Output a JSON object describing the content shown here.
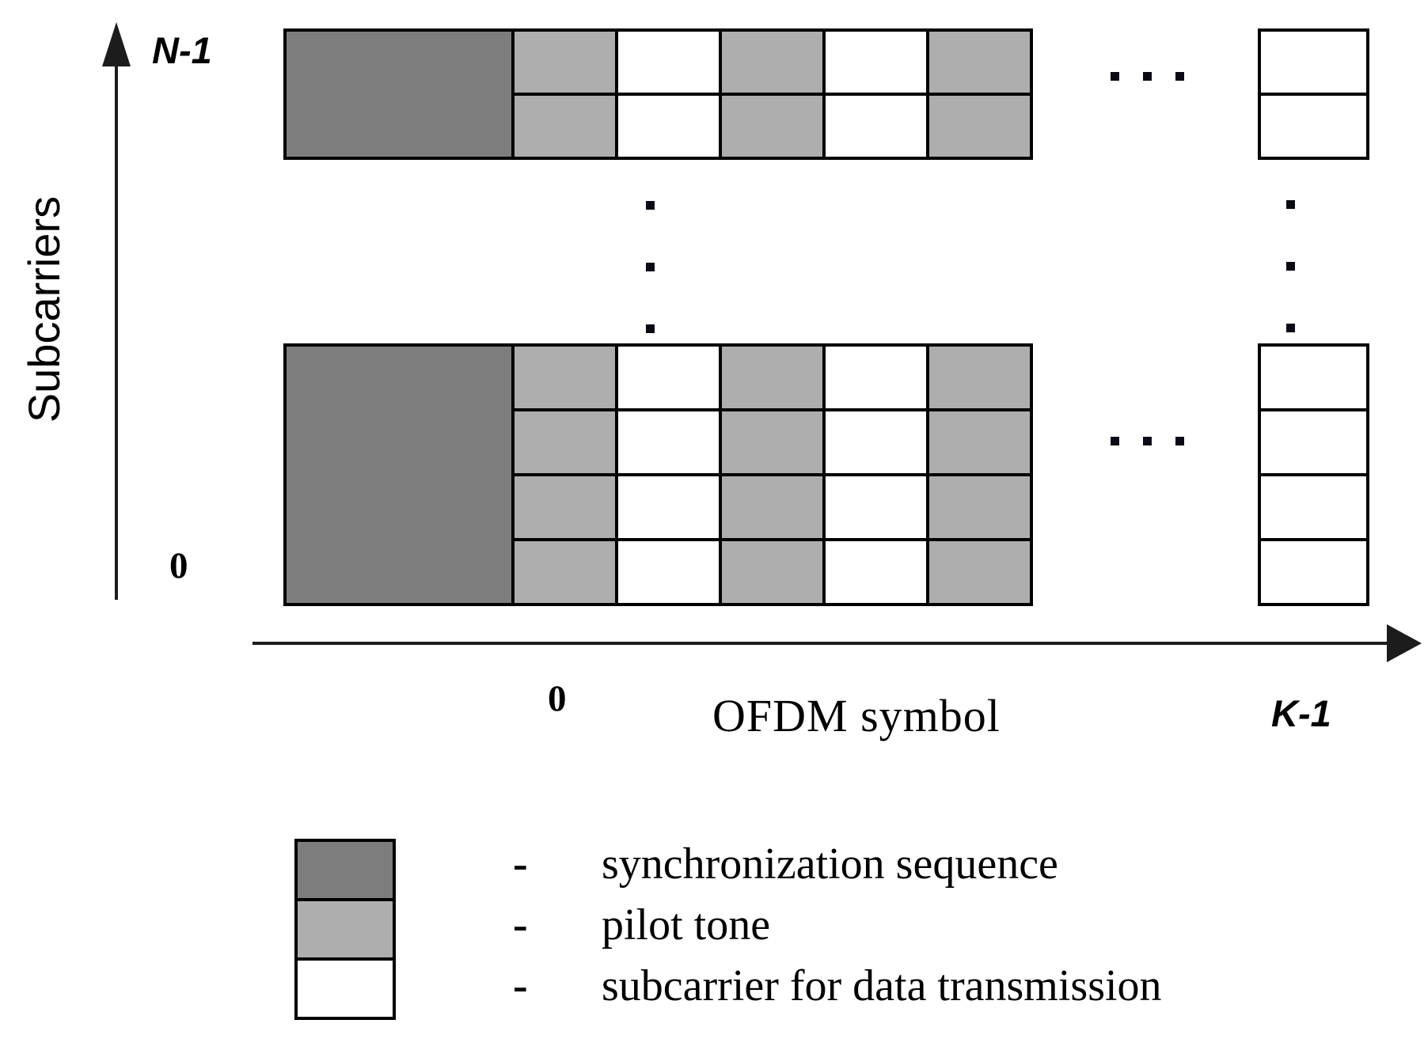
{
  "colors": {
    "sync": "#7d7d7d",
    "pilot": "#aeaeae",
    "data": "#ffffff",
    "border": "#000000"
  },
  "y_axis": {
    "title": "Subcarriers",
    "top_tick": "N-1",
    "bottom_tick": "0"
  },
  "x_axis": {
    "title": "OFDM symbol",
    "first_tick": "0",
    "last_tick": "K-1"
  },
  "grid": {
    "top_block": {
      "rows": 2,
      "columns": [
        "sync",
        "pilot",
        "data",
        "pilot",
        "data",
        "pilot"
      ]
    },
    "bottom_block": {
      "rows": 4,
      "columns": [
        "sync",
        "pilot",
        "data",
        "pilot",
        "data",
        "pilot"
      ]
    },
    "top_right_column": {
      "rows": 2,
      "columns": [
        "data"
      ]
    },
    "bottom_right_column": {
      "rows": 4,
      "columns": [
        "data"
      ]
    },
    "ellipses": {
      "top_right": {
        "orientation": "h",
        "dots": 3
      },
      "bottom_right_gap": {
        "orientation": "h",
        "dots": 3
      },
      "vertical_left": {
        "orientation": "v",
        "dots": 3
      },
      "vertical_right": {
        "orientation": "v",
        "dots": 3
      }
    }
  },
  "legend": {
    "swatches": [
      "sync",
      "pilot",
      "data"
    ],
    "items": [
      {
        "bullet": "-",
        "label": "synchronization sequence"
      },
      {
        "bullet": "-",
        "label": "pilot tone"
      },
      {
        "bullet": "-",
        "label": "subcarrier for data transmission"
      }
    ]
  }
}
